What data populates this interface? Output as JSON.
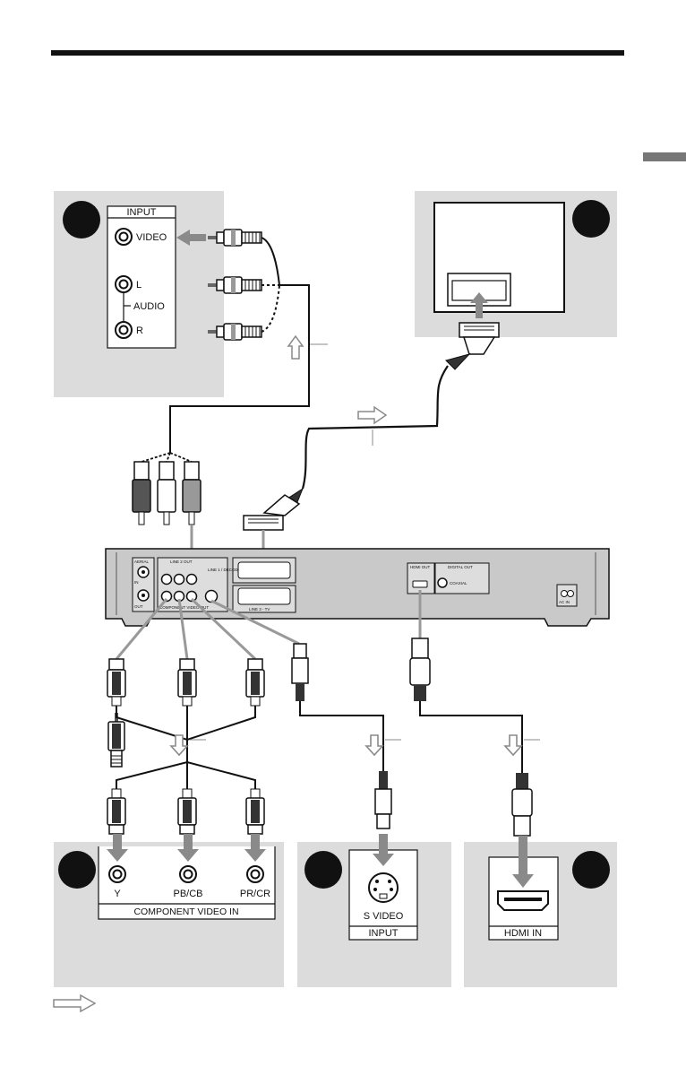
{
  "colors": {
    "panel_gray": "#dcdcdc",
    "device_gray": "#c9c9c9",
    "arrow_gray": "#8a8a8a",
    "cable_black": "#111111",
    "bullet_black": "#111111"
  },
  "panel_a": {
    "input_header": "INPUT",
    "video_jack": "VIDEO",
    "audio_l_jack": "L",
    "audio_label": "AUDIO",
    "audio_r_jack": "R"
  },
  "panel_c": {
    "jack_y": "Y",
    "jack_pb": "PB/CB",
    "jack_pr": "PR/CR",
    "footer": "COMPONENT VIDEO IN"
  },
  "panel_d": {
    "jack": "S VIDEO",
    "footer": "INPUT"
  },
  "panel_e": {
    "footer": "HDMI IN"
  },
  "recorder": {
    "aerial_label": "AERIAL",
    "in_label": "IN",
    "out_label": "OUT",
    "line2_out_label": "LINE 2 OUT",
    "component_label": "COMPONENT VIDEO OUT",
    "line1_label": "LINE 1 / DECODER",
    "line3_label": "LINE 3 - TV",
    "hdmi_out_label": "HDMI OUT",
    "digital_out_label": "DIGITAL OUT",
    "coaxial_label": "COAXIAL",
    "ac_in_label": "AC IN"
  },
  "icons": [
    "signal-flow-arrow-icon",
    "bullet-circle-icon",
    "rca-plug-icon",
    "scart-plug-icon",
    "s-video-plug-icon",
    "hdmi-plug-icon"
  ]
}
